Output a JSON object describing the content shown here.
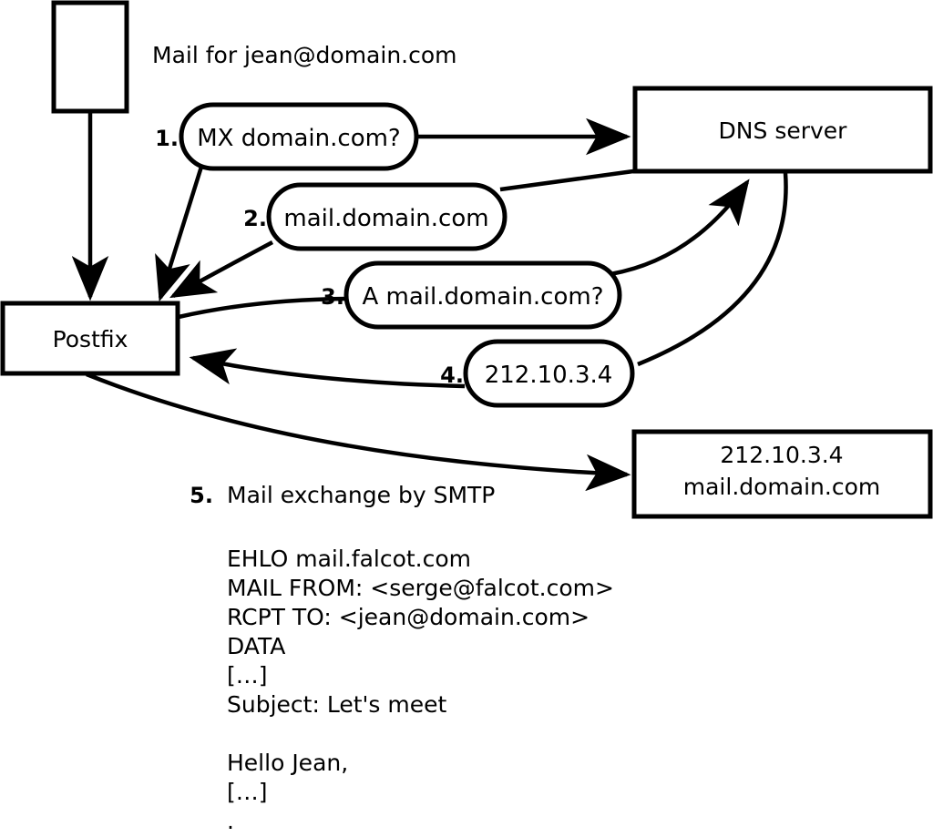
{
  "diagram": {
    "title_note": "Mail for jean@domain.com",
    "nodes": [
      {
        "id": "mail-source",
        "label": ""
      },
      {
        "id": "postfix",
        "label": "Postfix"
      },
      {
        "id": "dns-server",
        "label": "DNS server"
      },
      {
        "id": "remote-mail-server",
        "line1": "212.10.3.4",
        "line2": "mail.domain.com"
      }
    ],
    "steps": [
      {
        "num": "1.",
        "label": "MX domain.com?"
      },
      {
        "num": "2.",
        "label": "mail.domain.com"
      },
      {
        "num": "3.",
        "label": "A mail.domain.com?"
      },
      {
        "num": "4.",
        "label": "212.10.3.4"
      }
    ],
    "step5": {
      "num": "5.",
      "label": "Mail exchange by SMTP"
    },
    "transcript": [
      "EHLO mail.falcot.com",
      "MAIL FROM: <serge@falcot.com>",
      "RCPT TO: <jean@domain.com>",
      "DATA",
      "[…]",
      "Subject: Let's meet",
      "",
      "Hello Jean,",
      "[…]",
      "."
    ],
    "colors": {
      "stroke": "#000000",
      "fill": "#ffffff"
    }
  }
}
